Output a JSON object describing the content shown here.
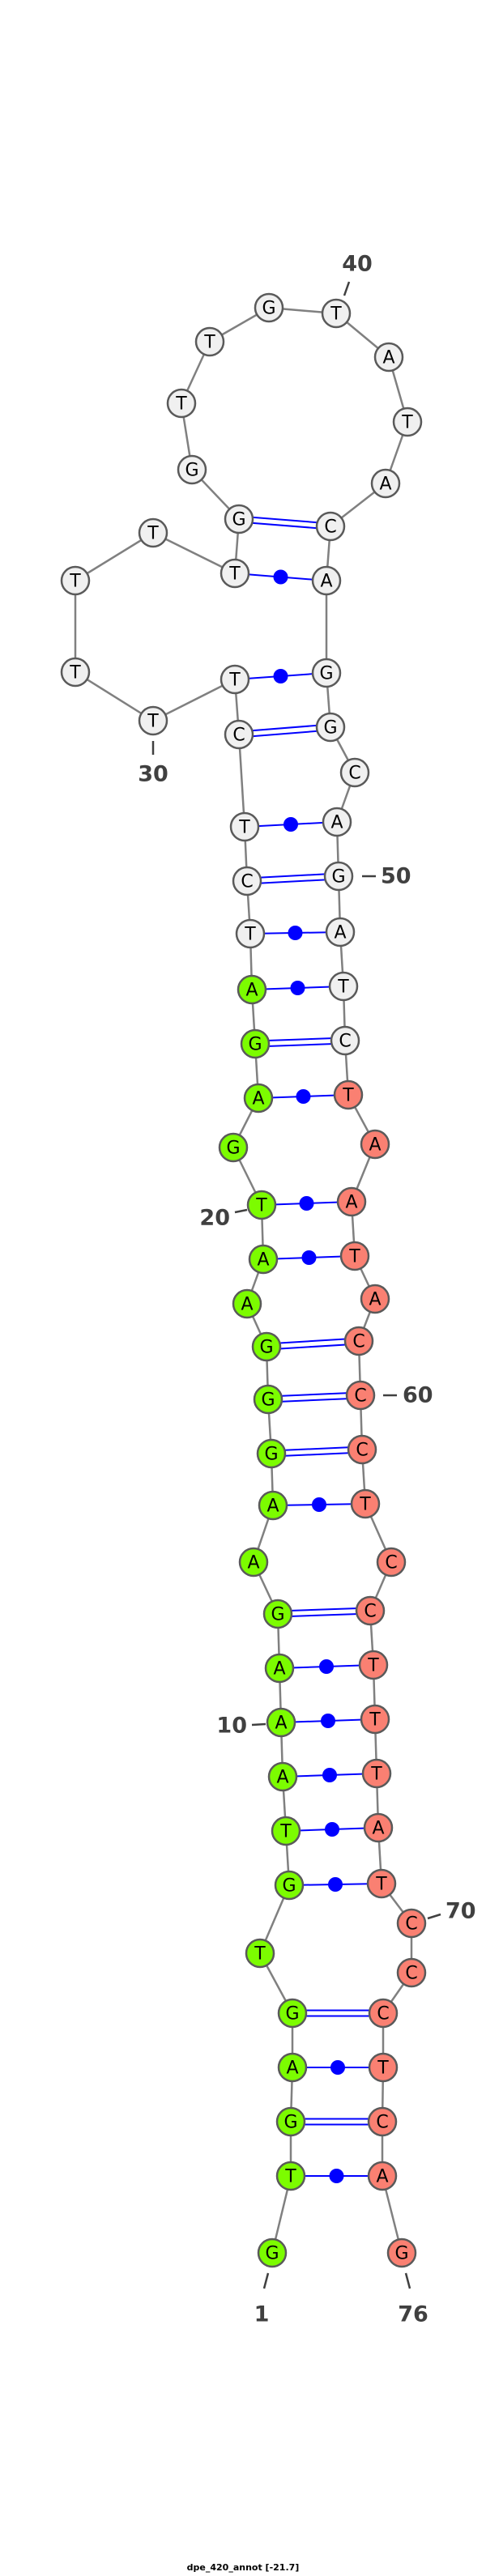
{
  "structure": {
    "sequence": [
      "G",
      "T",
      "G",
      "A",
      "G",
      "T",
      "G",
      "T",
      "A",
      "A",
      "A",
      "G",
      "A",
      "A",
      "G",
      "G",
      "G",
      "A",
      "A",
      "T",
      "G",
      "A",
      "G",
      "A",
      "T",
      "C",
      "T",
      "C",
      "T",
      "T",
      "T",
      "T",
      "T",
      "T",
      "G",
      "G",
      "T",
      "T",
      "G",
      "T",
      "A",
      "T",
      "A",
      "C",
      "A",
      "G",
      "G",
      "C",
      "A",
      "G",
      "A",
      "T",
      "C",
      "T",
      "A",
      "A",
      "T",
      "A",
      "C",
      "C",
      "C",
      "T",
      "C",
      "C",
      "T",
      "T",
      "T",
      "A",
      "T",
      "C",
      "C",
      "C",
      "T",
      "C",
      "A",
      "G"
    ],
    "pairs": [
      [
        2,
        75
      ],
      [
        3,
        74
      ],
      [
        4,
        73
      ],
      [
        5,
        72
      ],
      [
        7,
        69
      ],
      [
        8,
        68
      ],
      [
        9,
        67
      ],
      [
        10,
        66
      ],
      [
        11,
        65
      ],
      [
        12,
        64
      ],
      [
        14,
        62
      ],
      [
        15,
        61
      ],
      [
        16,
        60
      ],
      [
        17,
        59
      ],
      [
        19,
        57
      ],
      [
        20,
        56
      ],
      [
        22,
        54
      ],
      [
        23,
        53
      ],
      [
        24,
        52
      ],
      [
        25,
        51
      ],
      [
        26,
        50
      ],
      [
        27,
        49
      ],
      [
        28,
        47
      ],
      [
        29,
        46
      ],
      [
        34,
        45
      ],
      [
        35,
        44
      ]
    ],
    "color_ranges": [
      {
        "from": 1,
        "to": 24,
        "color": "#7cfc00"
      },
      {
        "from": 25,
        "to": 53,
        "color": "#f0f0f0"
      },
      {
        "from": 54,
        "to": 76,
        "color": "#fa8072"
      }
    ],
    "position_labels": [
      {
        "index": 1,
        "text": "1"
      },
      {
        "index": 10,
        "text": "10"
      },
      {
        "index": 20,
        "text": "20"
      },
      {
        "index": 30,
        "text": "30"
      },
      {
        "index": 40,
        "text": "40"
      },
      {
        "index": 50,
        "text": "50"
      },
      {
        "index": 60,
        "text": "60"
      },
      {
        "index": 70,
        "text": "70"
      },
      {
        "index": 76,
        "text": "76"
      }
    ]
  },
  "colors": {
    "pair_line": "#0000ff",
    "backbone": "#808080",
    "node_stroke": "#5a5a5a",
    "label": "#404040"
  },
  "footer": {
    "title": "dpe_420_annot [-21.7]"
  }
}
